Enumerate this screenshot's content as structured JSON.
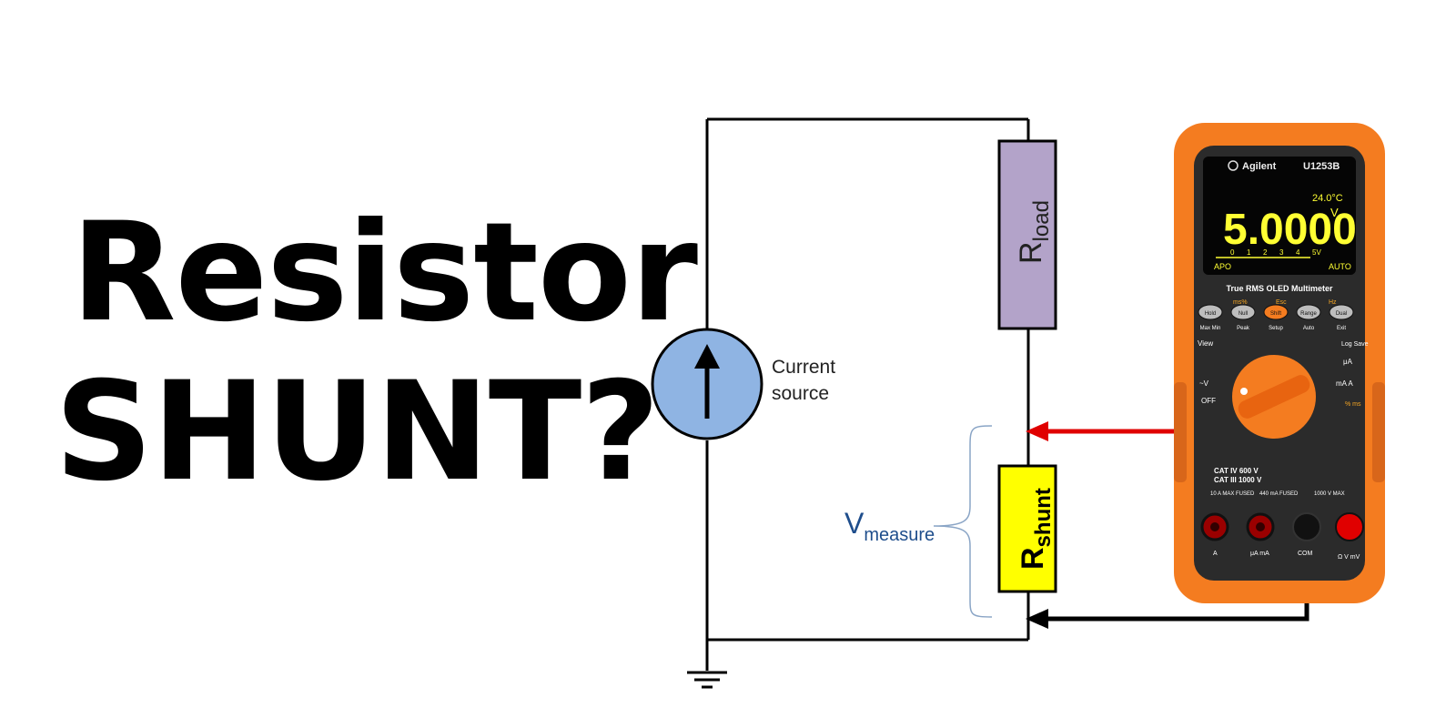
{
  "title": {
    "line1": "Resistor",
    "line2": "SHUNT?"
  },
  "circuit": {
    "source_label_1": "Current",
    "source_label_2": "source",
    "r_load": {
      "main": "R",
      "sub": "load",
      "color": "#b3a3c9"
    },
    "r_shunt": {
      "main": "R",
      "sub": "shunt",
      "color": "#ffff00"
    },
    "v_measure": {
      "main": "V",
      "sub": "measure",
      "color": "#1f4e8c"
    },
    "source_color": "#8fb4e3",
    "probe_red": "#e00000",
    "probe_black": "#000000"
  },
  "multimeter": {
    "brand": "Agilent",
    "model": "U1253B",
    "reading": "5.0000",
    "temp": "24.0°C",
    "unit": "V",
    "scale": [
      "0",
      "1",
      "2",
      "3",
      "4",
      "5V"
    ],
    "apo": "APO",
    "auto": "AUTO",
    "caption": "True RMS OLED Multimeter",
    "buttons": [
      "Hold",
      "Null",
      "Shift",
      "Range",
      "Dual"
    ],
    "button_captions": [
      "Max Min",
      "Peak",
      "Setup",
      "Auto",
      "Exit"
    ],
    "top_keys": [
      "ms%",
      "Esc",
      "Hz"
    ],
    "left_labels": [
      "View",
      "~V",
      "OFF"
    ],
    "right_labels": [
      "Log Save",
      "μA",
      "mA A",
      "% ms"
    ],
    "cat_text_1": "CAT IV 600 V",
    "cat_text_2": "CAT III 1000 V",
    "jack_labels": [
      "A",
      "μA mA",
      "COM",
      "Ω V mV"
    ],
    "fused_labels": [
      "10 A MAX FUSED",
      "440 mA FUSED",
      "1000 V MAX"
    ],
    "body_color": "#f47c20",
    "face_color": "#2b2b2b",
    "display_color": "#ffff33"
  }
}
